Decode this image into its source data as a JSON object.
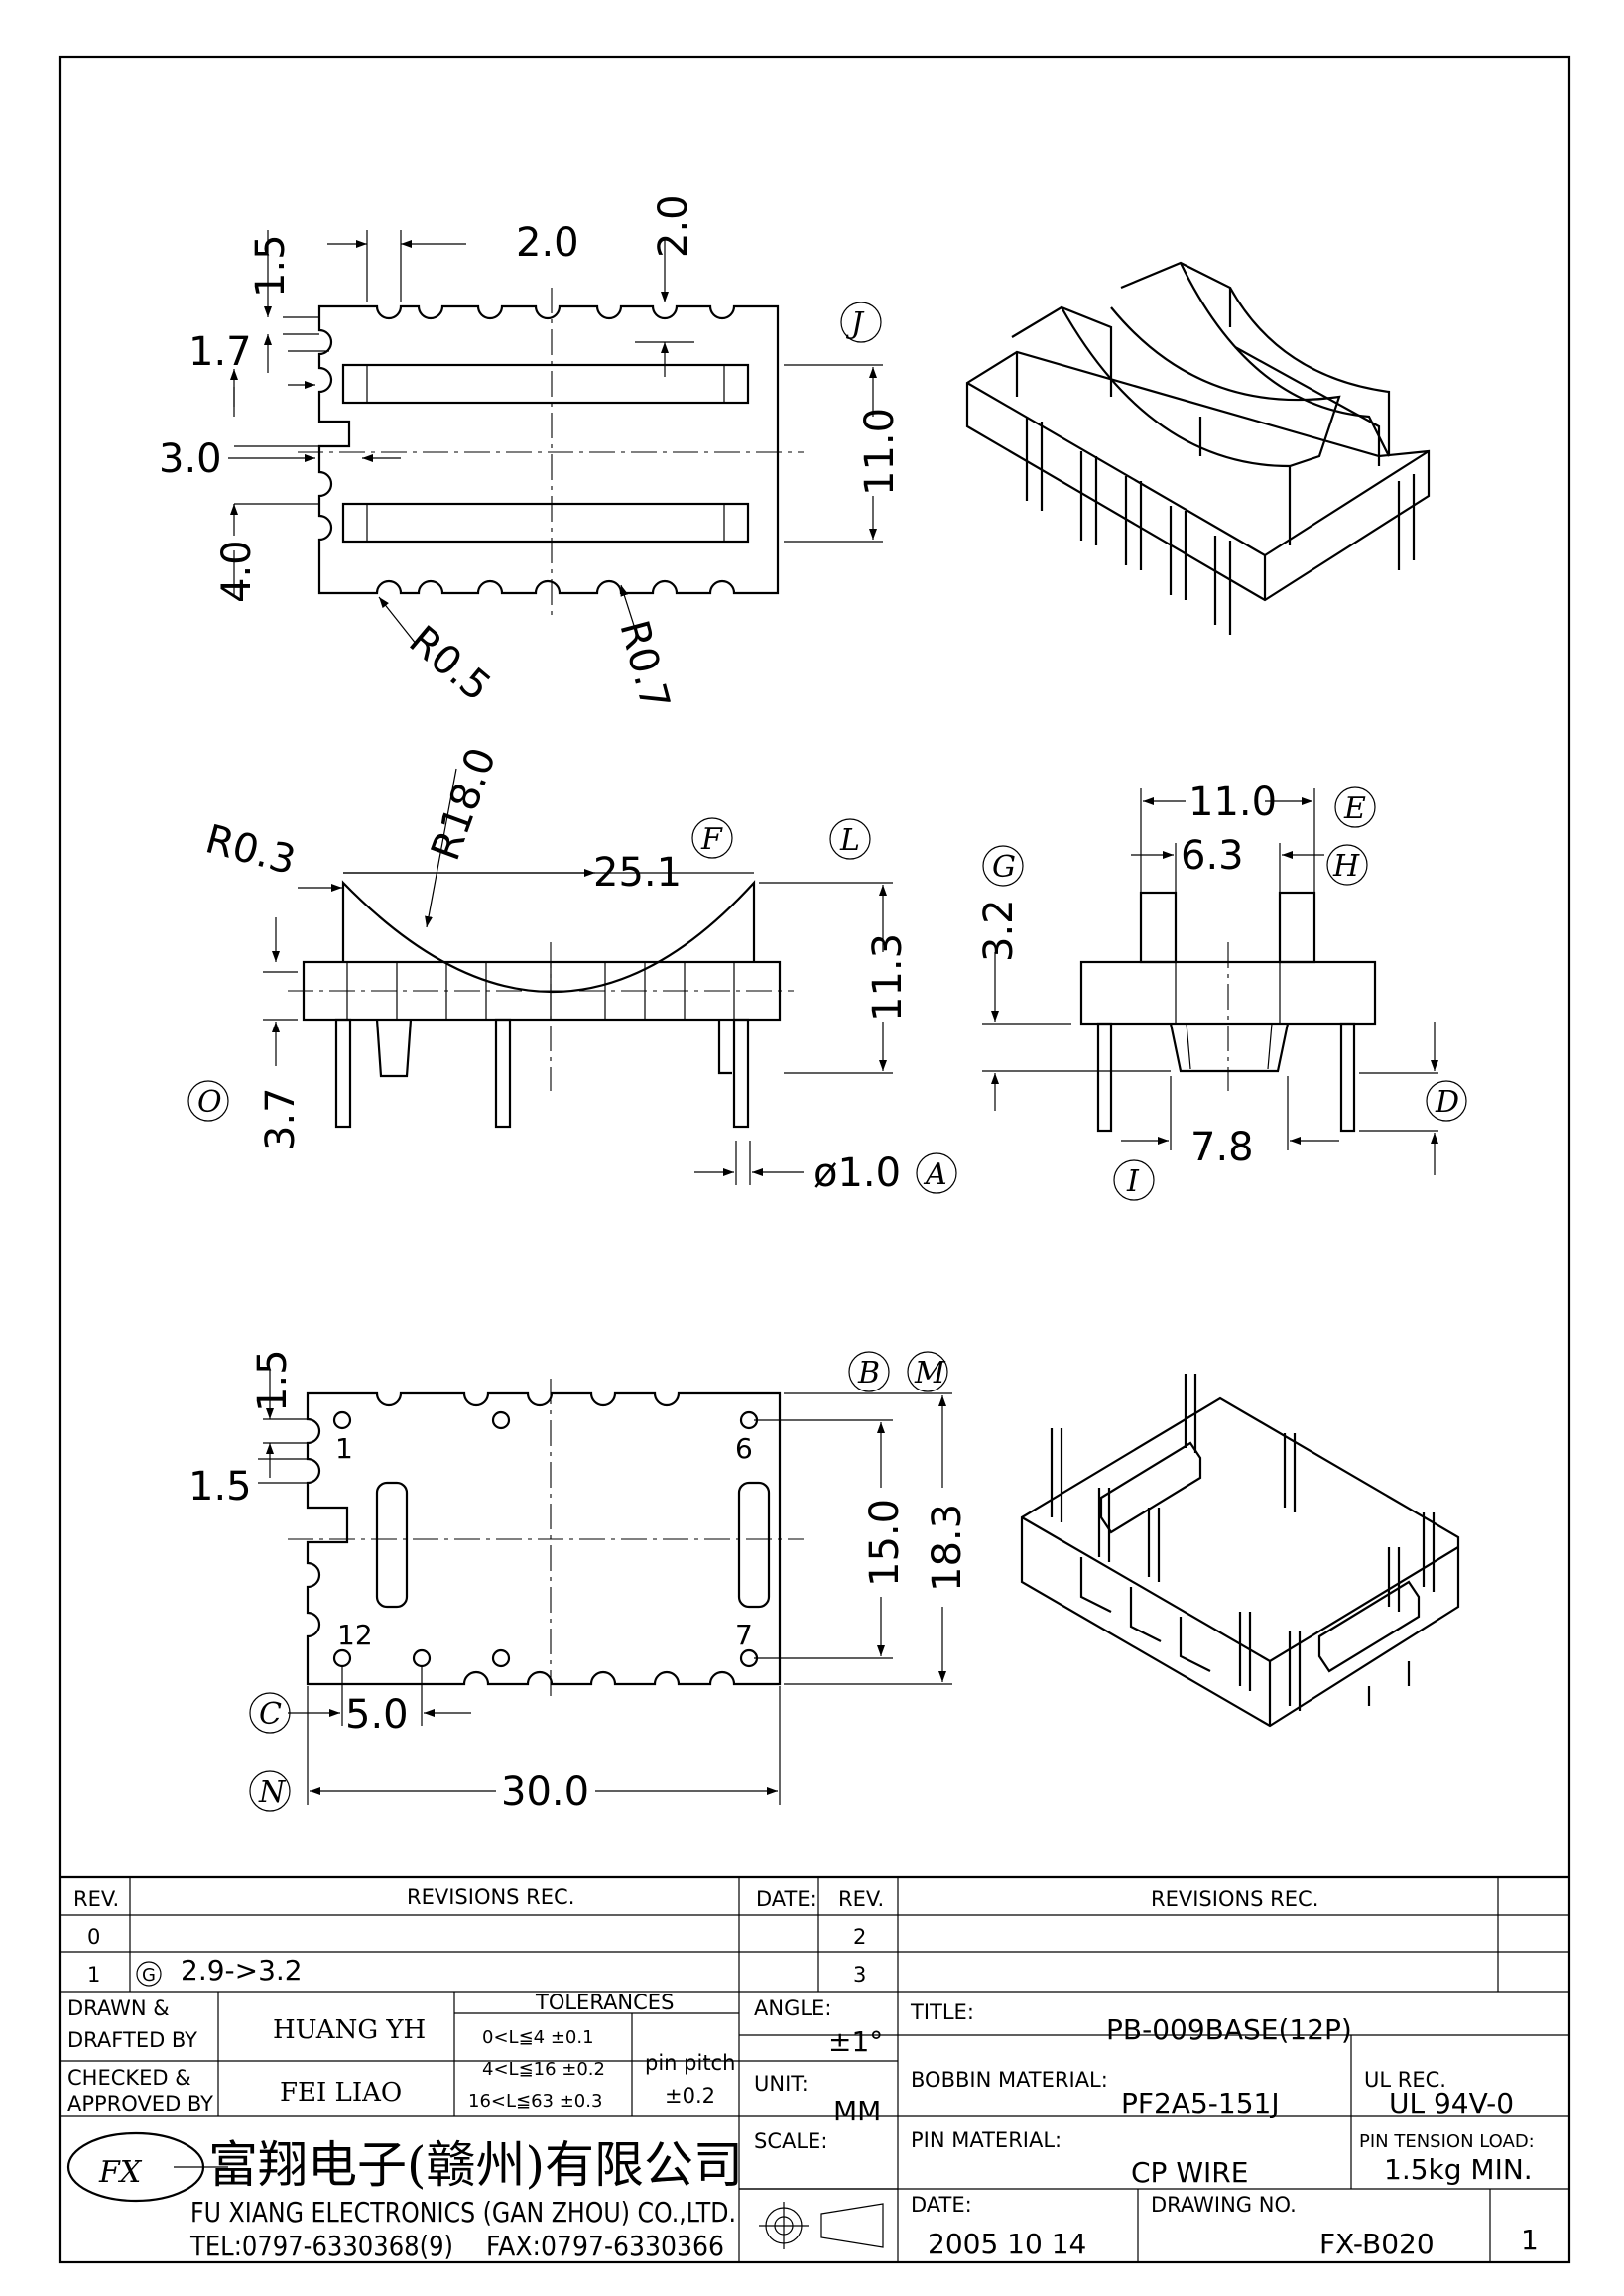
{
  "top_view": {
    "dims": [
      "2.0",
      "2.0",
      "1.5",
      "1.7",
      "3.0",
      "4.0",
      "11.0",
      "R0.5",
      "R0.7"
    ],
    "ref_j": "J"
  },
  "side_view": {
    "dims": [
      "R0.3",
      "R18.0",
      "25.1",
      "11.3",
      "3.7",
      "ø1.0"
    ],
    "refs": {
      "f": "F",
      "l": "L",
      "o": "O",
      "a": "A"
    }
  },
  "end_view": {
    "dims": [
      "11.0",
      "6.3",
      "3.2",
      "7.8"
    ],
    "refs": {
      "e": "E",
      "h": "H",
      "g": "G",
      "d": "D",
      "i": "I"
    }
  },
  "bottom_view": {
    "dims": [
      "1.5",
      "1.5",
      "15.0",
      "18.3",
      "5.0",
      "30.0"
    ],
    "refs": {
      "b": "B",
      "m": "M",
      "c": "C",
      "n": "N"
    },
    "pins": [
      "1",
      "6",
      "12",
      "7"
    ]
  },
  "title_block": {
    "rev_header": "REV.",
    "revisions_header": "REVISIONS   REC.",
    "date_header": "DATE:",
    "rev_header2": "REV.",
    "revisions_header2": "REVISIONS   REC.",
    "rows_left": [
      {
        "rev": "0",
        "text": ""
      },
      {
        "rev": "1",
        "mark": "G",
        "text": "2.9->3.2"
      }
    ],
    "rows_right": [
      {
        "rev": "2"
      },
      {
        "rev": "3"
      }
    ],
    "drawn_label_1": "DRAWN &",
    "drawn_label_2": "DRAFTED BY",
    "drawn_name": "HUANG YH",
    "checked_label_1": "CHECKED &",
    "checked_label_2": "APPROVED BY",
    "checked_name": "FEI LIAO",
    "tolerances_label": "TOLERANCES",
    "tol_1": "0<L≦4   ±0.1",
    "tol_2": "4<L≦16  ±0.2",
    "tol_3": "16<L≦63  ±0.3",
    "pin_pitch_label": "pin pitch",
    "pin_pitch_tol": "±0.2",
    "angle_label": "ANGLE:",
    "angle_value": "±1°",
    "unit_label": "UNIT:",
    "unit_value": "MM",
    "scale_label": "SCALE:",
    "title_label": "TITLE:",
    "title_value": "PB-009BASE(12P)",
    "bobbin_label": "BOBBIN MATERIAL:",
    "bobbin_value": "PF2A5-151J",
    "ul_label": "UL REC.",
    "ul_value": "UL 94V-0",
    "pin_mat_label": "PIN MATERIAL:",
    "pin_mat_value": "CP WIRE",
    "tension_label": "PIN TENSION LOAD:",
    "tension_value": "1.5kg MIN.",
    "date_label": "DATE:",
    "date_value": "2005 10 14",
    "dwg_label": "DRAWING NO.",
    "dwg_value": "FX-B020",
    "sheet": "1",
    "company_cn": "富翔电子(赣州)有限公司",
    "company_en": "FU XIANG ELECTRONICS (GAN ZHOU) CO.,LTD.",
    "tel": "TEL:0797-6330368(9)",
    "fax": "FAX:0797-6330366",
    "logo_text": "FX"
  }
}
